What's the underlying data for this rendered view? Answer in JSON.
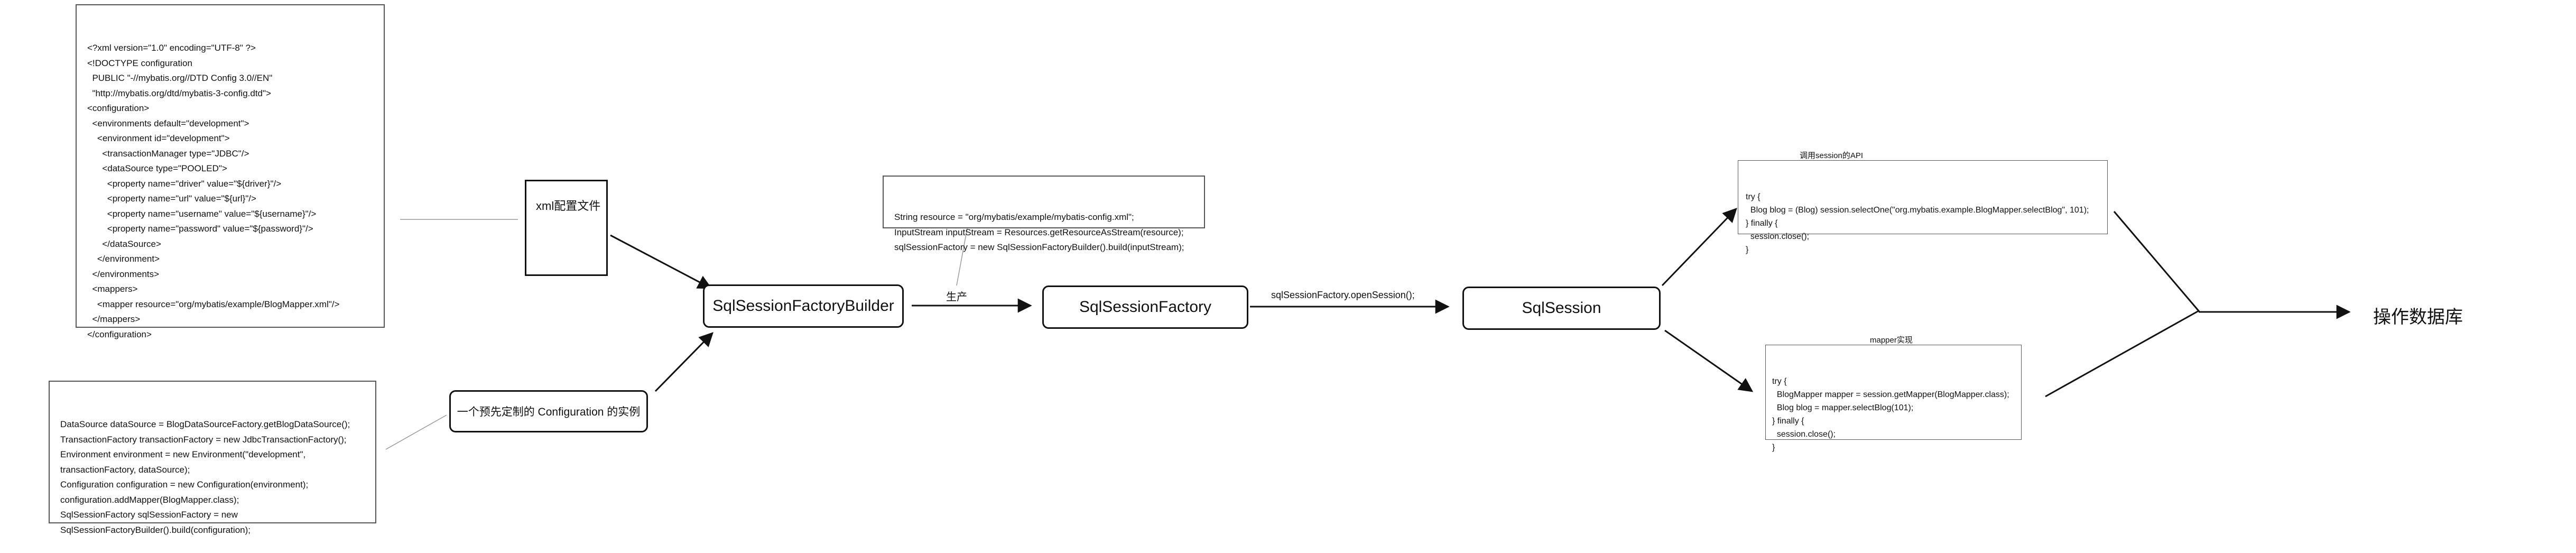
{
  "xml_config": {
    "lines": [
      "<?xml version=\"1.0\" encoding=\"UTF-8\" ?>",
      "<!DOCTYPE configuration",
      "  PUBLIC \"-//mybatis.org//DTD Config 3.0//EN\"",
      "  \"http://mybatis.org/dtd/mybatis-3-config.dtd\">",
      "<configuration>",
      "  <environments default=\"development\">",
      "    <environment id=\"development\">",
      "      <transactionManager type=\"JDBC\"/>",
      "      <dataSource type=\"POOLED\">",
      "        <property name=\"driver\" value=\"${driver}\"/>",
      "        <property name=\"url\" value=\"${url}\"/>",
      "        <property name=\"username\" value=\"${username}\"/>",
      "        <property name=\"password\" value=\"${password}\"/>",
      "      </dataSource>",
      "    </environment>",
      "  </environments>",
      "  <mappers>",
      "    <mapper resource=\"org/mybatis/example/BlogMapper.xml\"/>",
      "  </mappers>",
      "</configuration>"
    ]
  },
  "java_config": {
    "lines": [
      "DataSource dataSource = BlogDataSourceFactory.getBlogDataSource();",
      "TransactionFactory transactionFactory = new JdbcTransactionFactory();",
      "Environment environment = new Environment(\"development\",",
      "transactionFactory, dataSource);",
      "Configuration configuration = new Configuration(environment);",
      "configuration.addMapper(BlogMapper.class);",
      "SqlSessionFactory sqlSessionFactory = new",
      "SqlSessionFactoryBuilder().build(configuration);"
    ]
  },
  "resource_code": {
    "lines": [
      "String resource = \"org/mybatis/example/mybatis-config.xml\";",
      "InputStream inputStream = Resources.getResourceAsStream(resource);",
      "sqlSessionFactory = new SqlSessionFactoryBuilder().build(inputStream);"
    ]
  },
  "session_api": {
    "title": "调用session的API",
    "lines": [
      "try {",
      "  Blog blog = (Blog) session.selectOne(\"org.mybatis.example.BlogMapper.selectBlog\", 101);",
      "} finally {",
      "  session.close();",
      "}"
    ]
  },
  "mapper_impl": {
    "title": "mapper实现",
    "lines": [
      "try {",
      "  BlogMapper mapper = session.getMapper(BlogMapper.class);",
      "  Blog blog = mapper.selectBlog(101);",
      "} finally {",
      "  session.close();",
      "}"
    ]
  },
  "nodes": {
    "xml_file": "xml配置文件",
    "prebuilt_config": "一个预先定制的 Configuration 的实例",
    "builder": "SqlSessionFactoryBuilder",
    "factory": "SqlSessionFactory",
    "session": "SqlSession",
    "operate_db": "操作数据库"
  },
  "edge_labels": {
    "produce": "生产",
    "open_session": "sqlSessionFactory.openSession();"
  }
}
